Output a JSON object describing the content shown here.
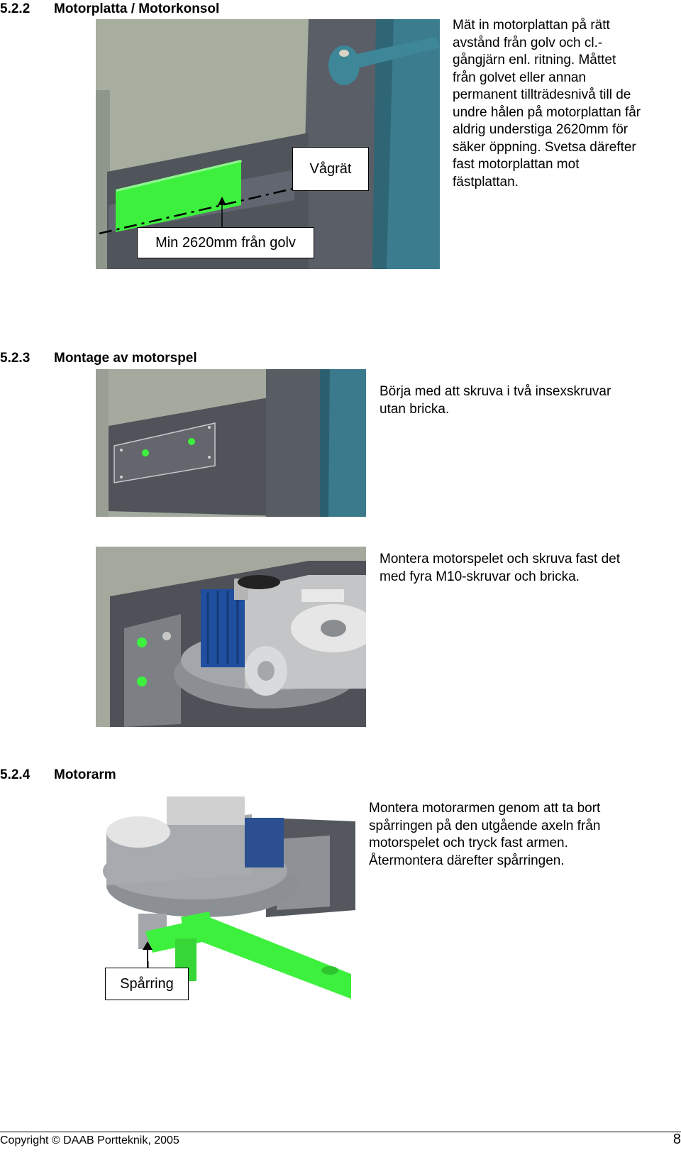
{
  "sections": [
    {
      "number": "5.2.2",
      "title": "Motorplatta / Motorkonsol",
      "text": "Mät in motorplattan på rätt\navstånd från golv och cl.-\ngångjärn enl. ritning. Måttet\nfrån golvet eller annan\npermanent tillträdesnivå till de\nundre hålen på motorplattan får\naldrig understiga 2620mm för\nsäker öppning. Svetsa därefter\nfast motorplattan mot\nfästplattan.",
      "callouts": {
        "horizontal": "Vågrät",
        "min_height": "Min 2620mm från golv"
      }
    },
    {
      "number": "5.2.3",
      "title": "Montage av motorspel",
      "text_1": "Börja med att skruva i två insexskruvar\nutan bricka.",
      "text_2": "Montera motorspelet och skruva fast det\nmed fyra M10-skruvar och bricka."
    },
    {
      "number": "5.2.4",
      "title": "Motorarm",
      "text": "Montera motorarmen genom att ta bort\nspårringen på den utgående axeln från\nmotorspelet och tryck fast armen.\nÅtermontera därefter spårringen.",
      "callouts": {
        "circlip": "Spårring"
      }
    }
  ],
  "footer": {
    "copyright": "Copyright © DAAB Portteknik, 2005",
    "page_number": "8"
  },
  "colors": {
    "highlight_green": "#3ef03e",
    "steel_blue": "#3a7d8e",
    "plate_gray": "#55595f"
  }
}
